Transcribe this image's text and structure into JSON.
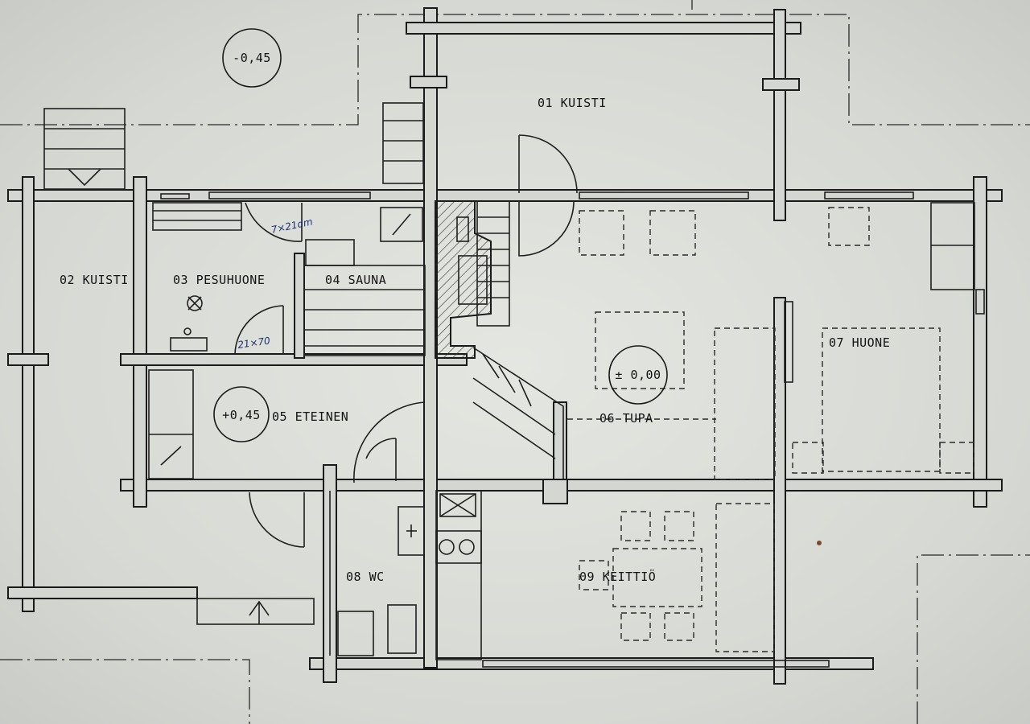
{
  "rooms": [
    {
      "id": "01",
      "label": "01 KUISTI"
    },
    {
      "id": "02",
      "label": "02 KUISTI"
    },
    {
      "id": "03",
      "label": "03 PESUHUONE"
    },
    {
      "id": "04",
      "label": "04 SAUNA"
    },
    {
      "id": "05",
      "label": "05 ETEINEN"
    },
    {
      "id": "06",
      "label": "06 TUPA"
    },
    {
      "id": "07",
      "label": "07 HUONE"
    },
    {
      "id": "08",
      "label": "08 WC"
    },
    {
      "id": "09",
      "label": "09 KEITTIÖ"
    }
  ],
  "levels": {
    "exterior": "-0,45",
    "entry": "+0,45",
    "tupa": "± 0,00"
  },
  "door_notes": {
    "sauna_door": "7×21dm",
    "wash_door": "21×70"
  }
}
